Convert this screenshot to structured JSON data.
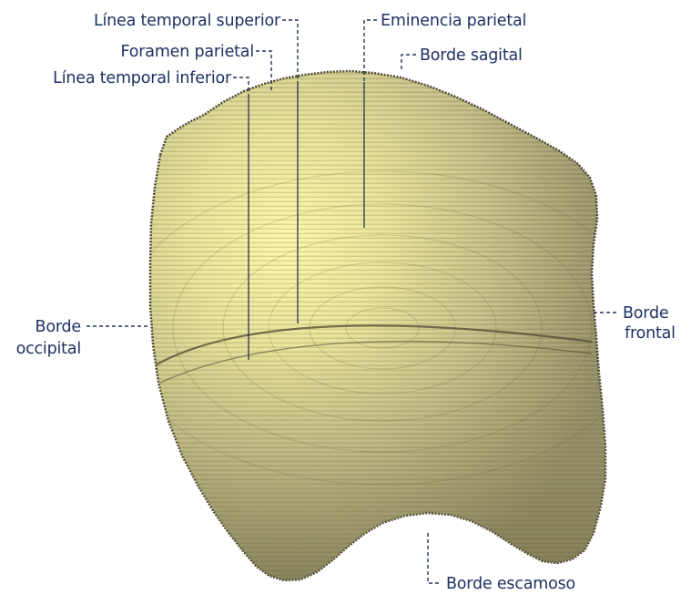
{
  "labels": {
    "linea_temporal_superior": "Línea temporal superior",
    "foramen_parietal": "Foramen parietal",
    "linea_temporal_inferior": "Línea temporal inferior",
    "eminencia_parietal": "Eminencia parietal",
    "borde_sagital": "Borde sagital",
    "borde_occipital_1": "Borde",
    "borde_occipital_2": "occipital",
    "borde_frontal_1": "Borde",
    "borde_frontal_2": "frontal",
    "borde_escamoso": "Borde escamoso"
  },
  "colors": {
    "bone_light": "#f3f09a",
    "bone_mid": "#d2cc8a",
    "bone_dark": "#8f8a63",
    "bone_edge": "#4a4630",
    "label_text": "#1e3160"
  }
}
